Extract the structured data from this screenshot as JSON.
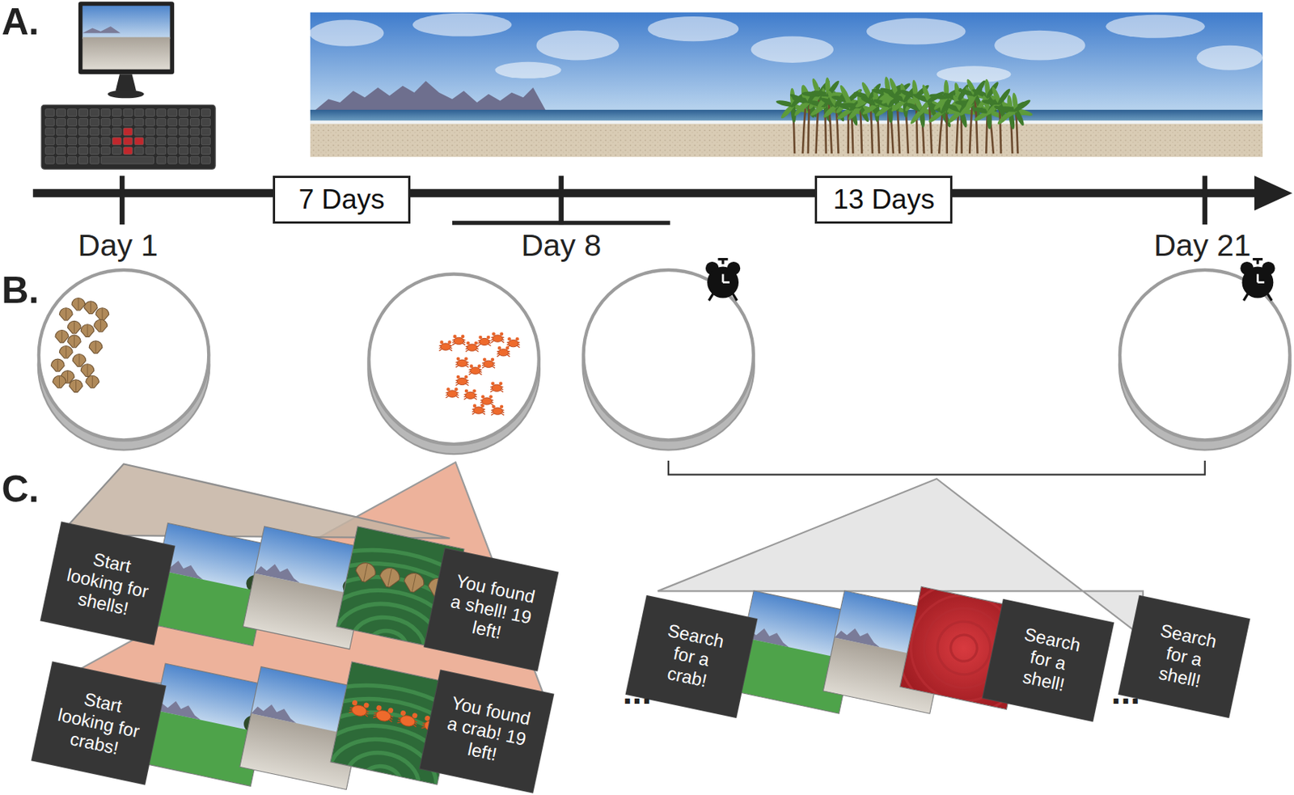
{
  "diagram": {
    "nodes": [
      {
        "text": [
          "7 Days"
        ]
      },
      {
        "text": [
          "13 Days"
        ]
      },
      {
        "text": [
          "Start looking for shells!"
        ]
      },
      {
        "text": [
          "You found a shell! 19 left!"
        ]
      },
      {
        "text": [
          "Start looking for crabs!"
        ]
      },
      {
        "text": [
          "You found a crab! 19 left!"
        ]
      },
      {
        "text": [
          "Search for a crab!"
        ]
      },
      {
        "text": [
          "Search for a shell!"
        ]
      },
      {
        "text": [
          "Search for a shell!"
        ]
      }
    ],
    "labels": [
      "A.",
      "Day 1",
      "Day 8",
      "Day 21",
      "B.",
      "C.",
      "...",
      "..."
    ]
  }
}
